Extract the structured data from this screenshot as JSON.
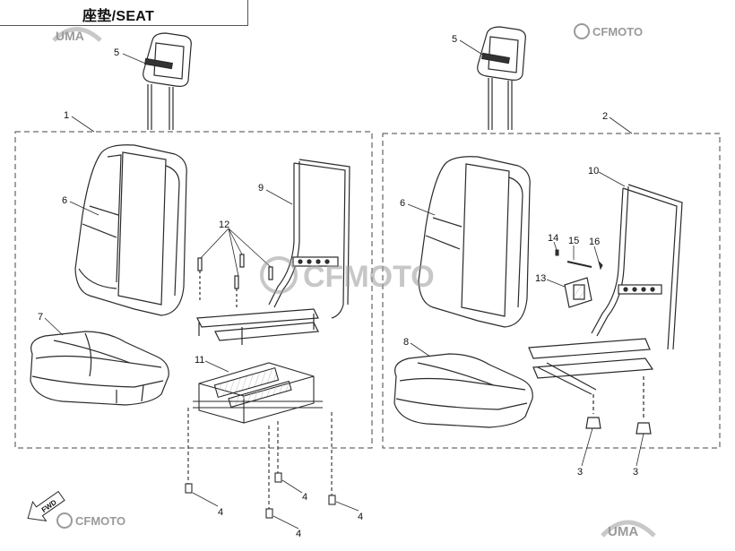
{
  "title": "座垫/SEAT",
  "watermarks": {
    "uma": "UMA",
    "cfmoto": "CFMOTO"
  },
  "callouts": {
    "c1": "1",
    "c2": "2",
    "c3a": "3",
    "c3b": "3",
    "c4a": "4",
    "c4b": "4",
    "c4c": "4",
    "c4d": "4",
    "c5a": "5",
    "c5b": "5",
    "c6a": "6",
    "c6b": "6",
    "c7": "7",
    "c8": "8",
    "c9": "9",
    "c10": "10",
    "c11": "11",
    "c12": "12",
    "c13": "13",
    "c14": "14",
    "c15": "15",
    "c16": "16"
  },
  "fwd_label": "FWD",
  "colors": {
    "line": "#2a2a2a",
    "watermark": "#9a9a9a",
    "uma_red": "#c83a2a"
  }
}
